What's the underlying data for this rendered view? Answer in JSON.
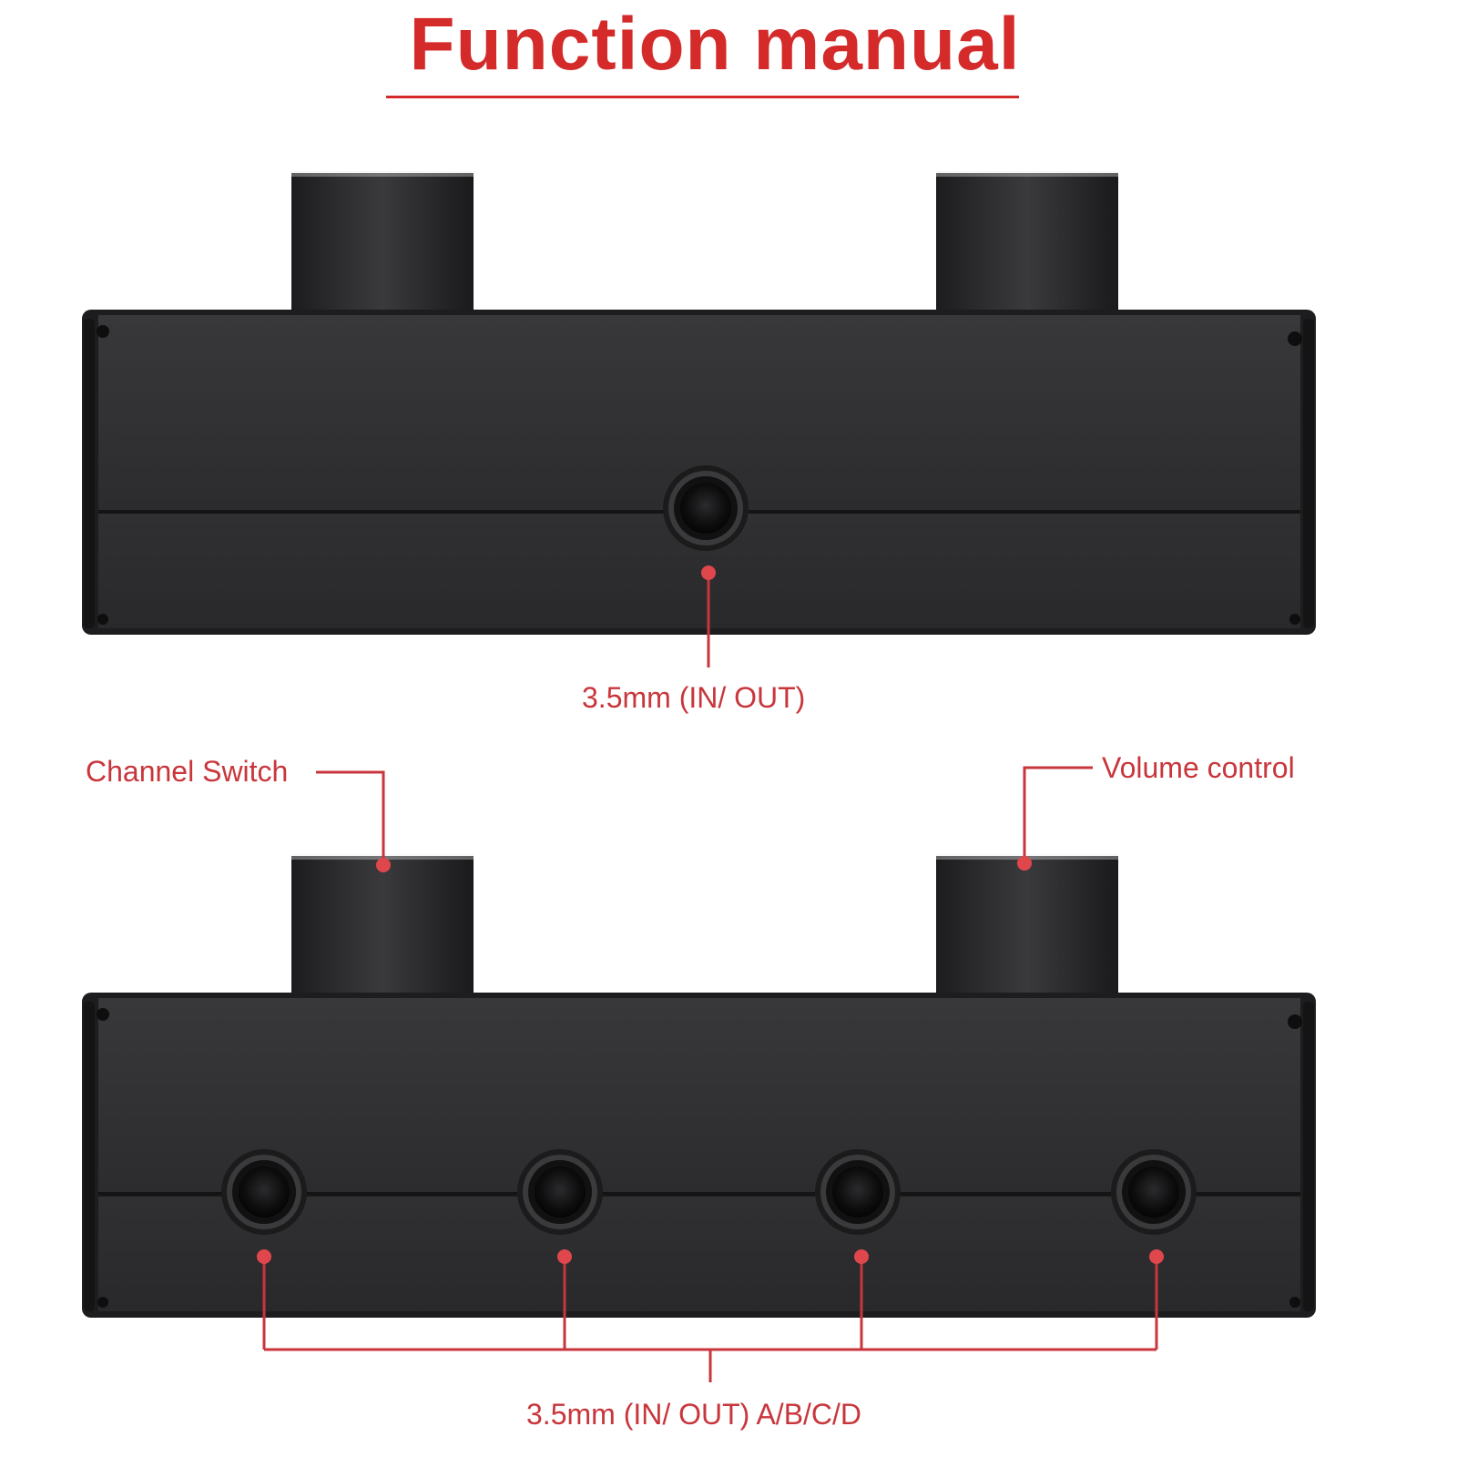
{
  "title": "Function manual",
  "colors": {
    "accent": "#d42a2a",
    "device_body": "#2e2e30",
    "device_edge": "#1a1a1c",
    "knob": "#232325"
  },
  "top_device": {
    "knobs": [
      "knob-left",
      "knob-right"
    ],
    "jacks": 1,
    "jack_label": "3.5mm (IN/ OUT)"
  },
  "bottom_device": {
    "knobs": [
      "channel-switch-knob",
      "volume-control-knob"
    ],
    "jacks": 4,
    "channel_switch_label": "Channel Switch",
    "volume_control_label": "Volume control",
    "jacks_label": "3.5mm (IN/ OUT) A/B/C/D"
  }
}
